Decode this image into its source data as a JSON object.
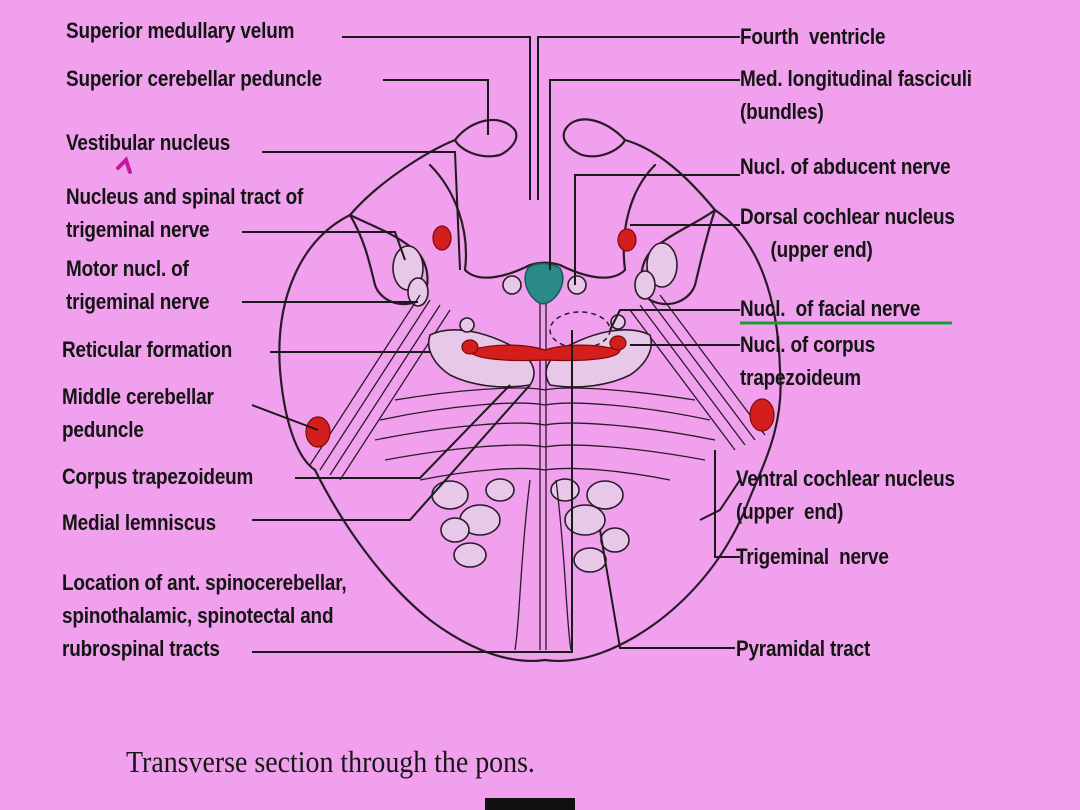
{
  "caption": "Transverse section through the pons.",
  "colors": {
    "background": "#f0a0ec",
    "nucleus_red": "#d41e1e",
    "ventricle_teal": "#2a8a8a",
    "highlight_underline": "#1a9a3a"
  },
  "highlighted_label": "Nucl. of facial nerve",
  "labels": {
    "left": [
      {
        "id": "superior-medullary-velum",
        "lines": [
          "Superior medullary velum"
        ]
      },
      {
        "id": "superior-cerebellar-peduncle",
        "lines": [
          "Superior cerebellar peduncle"
        ]
      },
      {
        "id": "vestibular-nucleus",
        "lines": [
          "Vestibular nucleus"
        ]
      },
      {
        "id": "nucleus-spinal-tract-trigeminal",
        "lines": [
          "Nucleus and spinal tract of",
          "trigeminal nerve"
        ]
      },
      {
        "id": "motor-nucl-trigeminal",
        "lines": [
          "Motor nucl. of",
          "trigeminal nerve"
        ]
      },
      {
        "id": "reticular-formation",
        "lines": [
          "Reticular formation"
        ]
      },
      {
        "id": "middle-cerebellar-peduncle",
        "lines": [
          "Middle cerebellar",
          "peduncle"
        ]
      },
      {
        "id": "corpus-trapezoideum",
        "lines": [
          "Corpus trapezoideum"
        ]
      },
      {
        "id": "medial-lemniscus",
        "lines": [
          "Medial lemniscus"
        ]
      },
      {
        "id": "location-tracts",
        "lines": [
          "Location of ant. spinocerebellar,",
          "spinothalamic, spinotectal and",
          "rubrospinal tracts"
        ]
      }
    ],
    "right": [
      {
        "id": "fourth-ventricle",
        "lines": [
          "Fourth  ventricle"
        ]
      },
      {
        "id": "med-longitudinal-fasciculi",
        "lines": [
          "Med. longitudinal fasciculi",
          "(bundles)"
        ]
      },
      {
        "id": "nucl-abducent-nerve",
        "lines": [
          "Nucl. of abducent nerve"
        ]
      },
      {
        "id": "dorsal-cochlear-nucleus",
        "lines": [
          "Dorsal cochlear nucleus",
          "      (upper end)"
        ]
      },
      {
        "id": "nucl-facial-nerve",
        "lines": [
          "Nucl.  of facial nerve"
        ]
      },
      {
        "id": "nucl-corpus-trapezoideum",
        "lines": [
          "Nucl. of corpus",
          "trapezoideum"
        ]
      },
      {
        "id": "ventral-cochlear-nucleus",
        "lines": [
          "Ventral cochlear nucleus",
          "(upper  end)"
        ]
      },
      {
        "id": "trigeminal-nerve",
        "lines": [
          "Trigeminal  nerve"
        ]
      },
      {
        "id": "pyramidal-tract",
        "lines": [
          "Pyramidal tract"
        ]
      }
    ]
  }
}
